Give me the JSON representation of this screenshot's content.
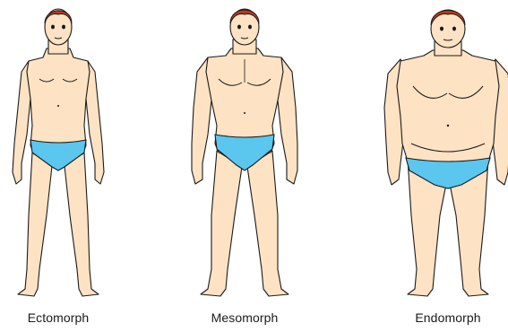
{
  "figures": [
    {
      "label": "Ectomorph"
    },
    {
      "label": "Mesomorph"
    },
    {
      "label": "Endomorph"
    }
  ],
  "colors": {
    "skin": "#fde2c4",
    "outline": "#1a1a1a",
    "hair": "#b83a1f",
    "briefs": "#5bc6ee",
    "background": "#ffffff"
  }
}
